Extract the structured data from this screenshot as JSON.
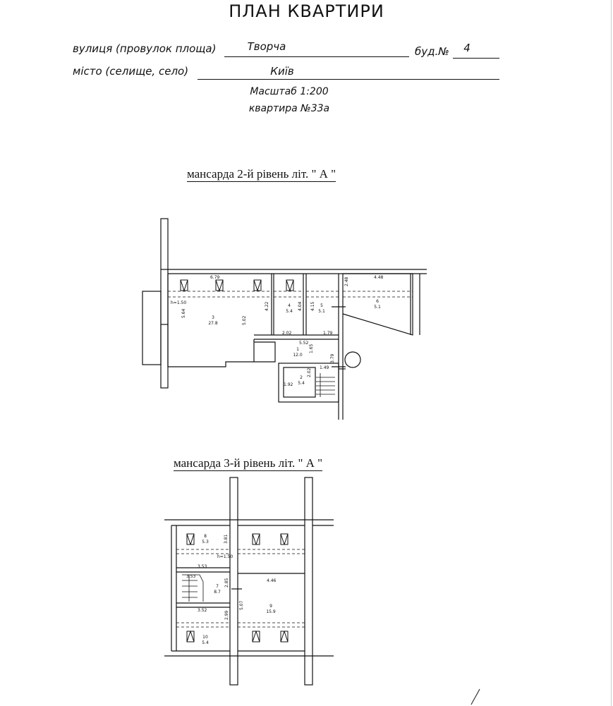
{
  "header": {
    "title": "ПЛАН КВАРТИРИ",
    "street_label": "вулиця (провулок площа)",
    "street_value": "Творча",
    "building_label": "буд.№",
    "building_value": "4",
    "city_label": "місто (селище, село)",
    "city_value": "Київ",
    "scale": "Масштаб 1:200",
    "apartment": "квартира №33а"
  },
  "plan_level2": {
    "title": "мансарда 2-й  рівень літ.  \" А \"",
    "rooms": [
      {
        "num": "3",
        "area": "27.8"
      },
      {
        "num": "4",
        "area": "5.4"
      },
      {
        "num": "5",
        "area": "5.1"
      },
      {
        "num": "6",
        "area": "5.1"
      },
      {
        "num": "1",
        "area": "12.0"
      },
      {
        "num": "2",
        "area": "5.4"
      }
    ],
    "dims": {
      "d679": "6.79",
      "d448": "4.48",
      "d248": "2.48",
      "d564": "5.64",
      "d502": "5.02",
      "d422": "4.22",
      "d404": "4.04",
      "d415": "4.15",
      "d202a": "2.02",
      "d179": "1.79",
      "d552": "5.52",
      "d165": "1.65",
      "d379": "3.79",
      "d149": "1.49",
      "d202b": "2.02",
      "d192": "1.92"
    },
    "height": "h=1.50"
  },
  "plan_level3": {
    "title": "мансарда 3-й  рівень літ.  \" А \"",
    "rooms": [
      {
        "num": "8",
        "area": "5.3"
      },
      {
        "num": "7",
        "area": "8.7"
      },
      {
        "num": "9",
        "area": "15.9"
      },
      {
        "num": "10",
        "area": "5.4"
      }
    ],
    "dims": {
      "d381": "3.81",
      "d353a": "3.53",
      "d353b": "3.53",
      "d285": "2.85",
      "d446": "4.46",
      "d507": "5.07",
      "d352": "3.52",
      "d299": "2.99"
    },
    "height": "h=1.50"
  },
  "colors": {
    "ink": "#111111",
    "paper": "#ffffff"
  }
}
